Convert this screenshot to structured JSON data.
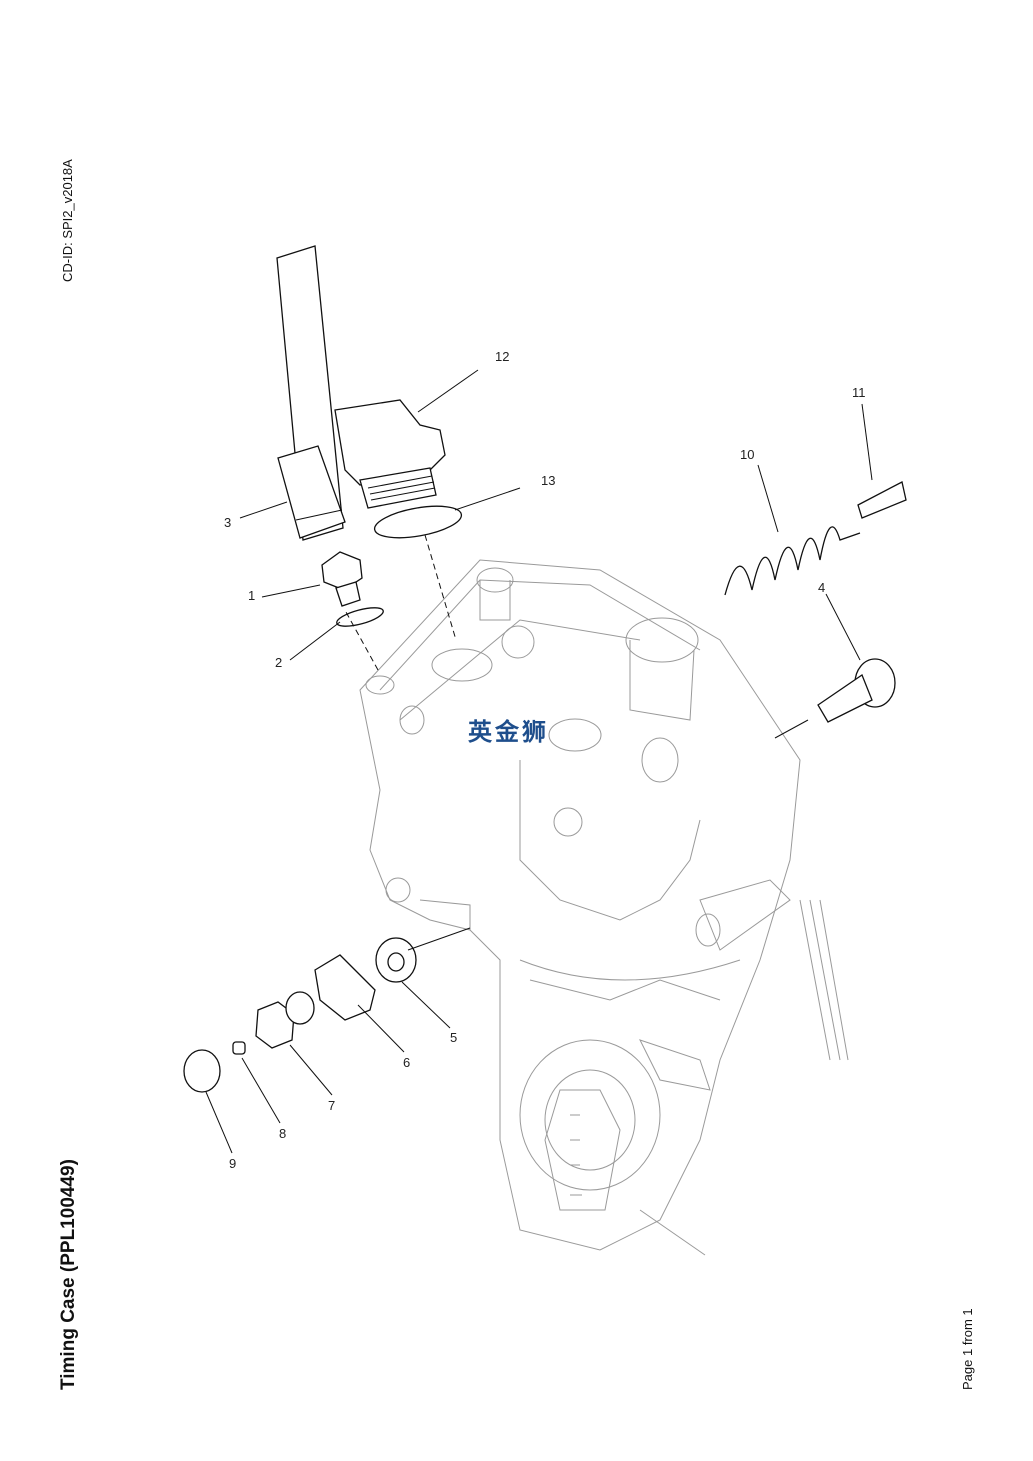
{
  "header": {
    "cd_id": "CD-ID: SPI2_v2018A"
  },
  "footer": {
    "title": "Timing Case (PPL100449)",
    "page": "Page 1 from 1"
  },
  "watermark": {
    "text": "英金狮",
    "color": "#1e4e8c"
  },
  "callouts": {
    "c1": "1",
    "c2": "2",
    "c3": "3",
    "c4": "4",
    "c5": "5",
    "c6": "6",
    "c7": "7",
    "c8": "8",
    "c9": "9",
    "c10": "10",
    "c11": "11",
    "c12": "12",
    "c13": "13"
  }
}
